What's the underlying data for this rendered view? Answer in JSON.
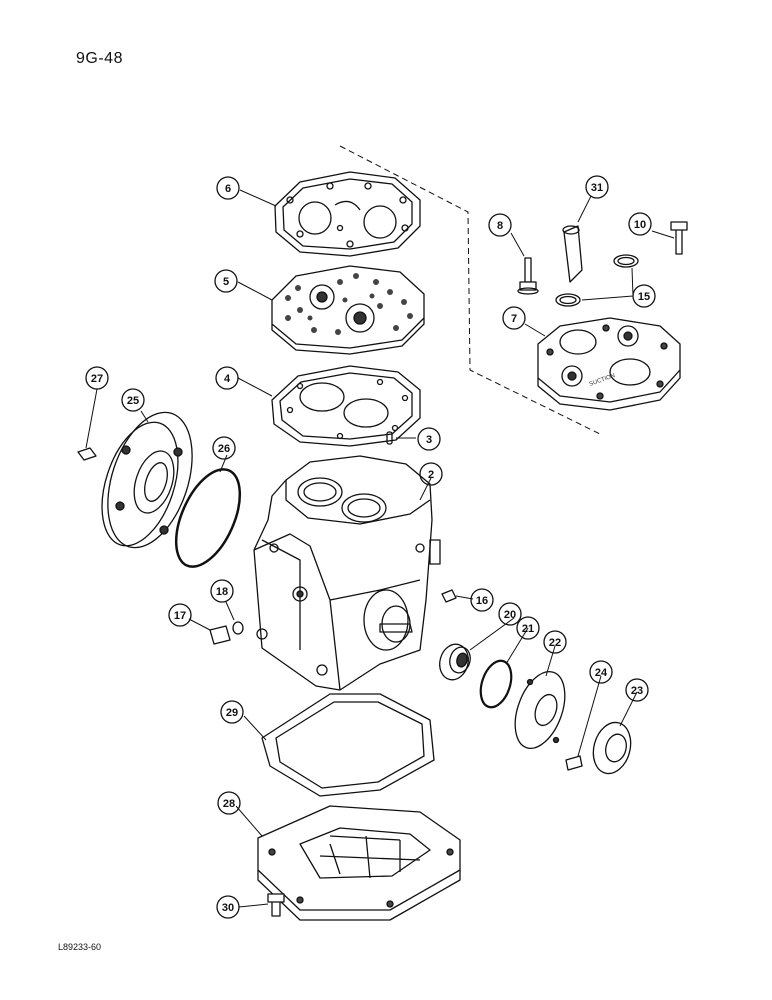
{
  "page_label": "9G-48",
  "figure_code": "L89233-60",
  "callouts": [
    {
      "id": "c6",
      "label": "6"
    },
    {
      "id": "c5",
      "label": "5"
    },
    {
      "id": "c4",
      "label": "4"
    },
    {
      "id": "c3",
      "label": "3"
    },
    {
      "id": "c31",
      "label": "31"
    },
    {
      "id": "c8",
      "label": "8"
    },
    {
      "id": "c10",
      "label": "10"
    },
    {
      "id": "c15",
      "label": "15"
    },
    {
      "id": "c7",
      "label": "7"
    },
    {
      "id": "c27",
      "label": "27"
    },
    {
      "id": "c25",
      "label": "25"
    },
    {
      "id": "c26",
      "label": "26"
    },
    {
      "id": "c2",
      "label": "2"
    },
    {
      "id": "c16",
      "label": "16"
    },
    {
      "id": "c18",
      "label": "18"
    },
    {
      "id": "c17",
      "label": "17"
    },
    {
      "id": "c20",
      "label": "20"
    },
    {
      "id": "c21",
      "label": "21"
    },
    {
      "id": "c22",
      "label": "22"
    },
    {
      "id": "c24",
      "label": "24"
    },
    {
      "id": "c23",
      "label": "23"
    },
    {
      "id": "c29",
      "label": "29"
    },
    {
      "id": "c28",
      "label": "28"
    },
    {
      "id": "c30",
      "label": "30"
    }
  ],
  "head_text": "SUCTION"
}
